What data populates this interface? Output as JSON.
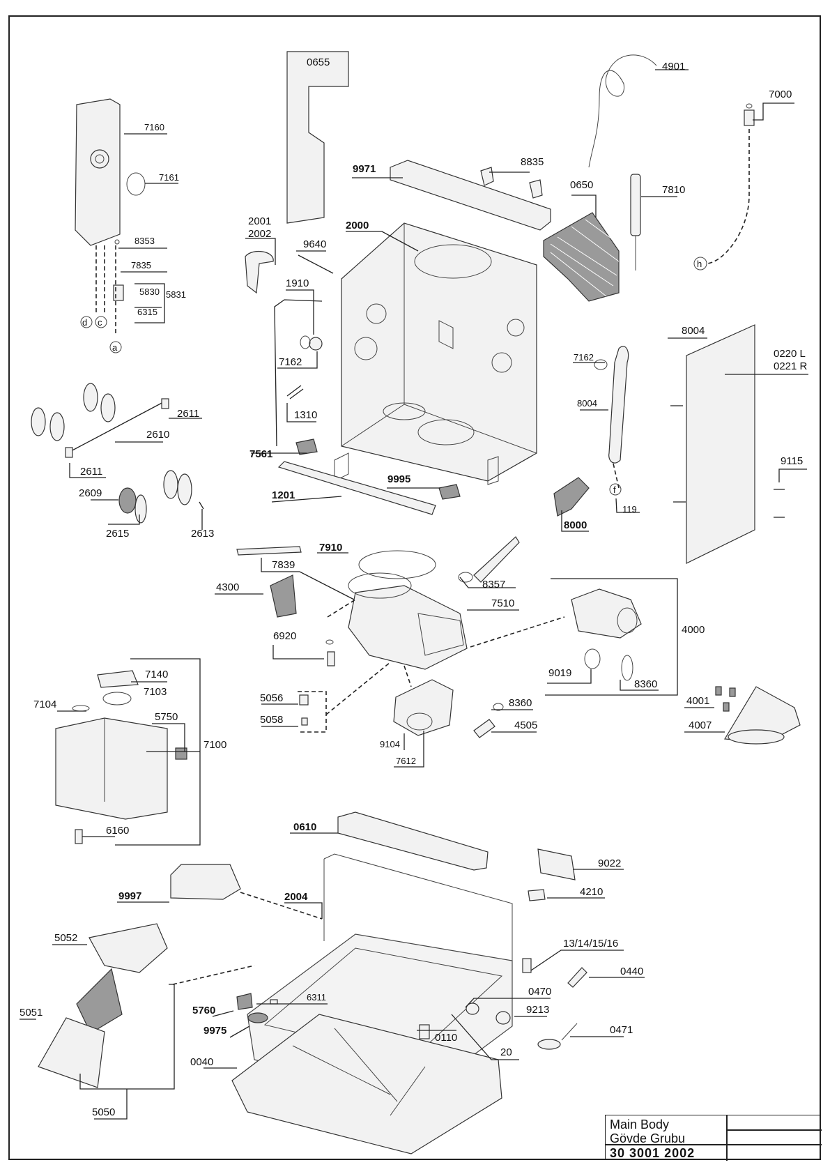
{
  "title_block": {
    "name_en": "Main Body",
    "name_tr": "Gövde Grubu",
    "code": "30 3001 2002"
  },
  "labels": [
    {
      "id": "0655",
      "text": "0655"
    },
    {
      "id": "4901",
      "text": "4901"
    },
    {
      "id": "7000",
      "text": "7000"
    },
    {
      "id": "7160",
      "text": "7160"
    },
    {
      "id": "7161",
      "text": "7161"
    },
    {
      "id": "8353",
      "text": "8353"
    },
    {
      "id": "7835",
      "text": "7835"
    },
    {
      "id": "5830",
      "text": "5830"
    },
    {
      "id": "5831",
      "text": "5831"
    },
    {
      "id": "6315",
      "text": "6315"
    },
    {
      "id": "9971",
      "text": "9971"
    },
    {
      "id": "8835",
      "text": "8835"
    },
    {
      "id": "0650",
      "text": "0650"
    },
    {
      "id": "7810",
      "text": "7810"
    },
    {
      "id": "2001",
      "text": "2001"
    },
    {
      "id": "2002",
      "text": "2002"
    },
    {
      "id": "2000",
      "text": "2000"
    },
    {
      "id": "9640",
      "text": "9640"
    },
    {
      "id": "1910",
      "text": "1910"
    },
    {
      "id": "7162a",
      "text": "7162"
    },
    {
      "id": "1310",
      "text": "1310"
    },
    {
      "id": "7561",
      "text": "7561"
    },
    {
      "id": "9995",
      "text": "9995"
    },
    {
      "id": "1201",
      "text": "1201"
    },
    {
      "id": "8004a",
      "text": "8004"
    },
    {
      "id": "0220",
      "text": "0220 L"
    },
    {
      "id": "0221",
      "text": "0221 R"
    },
    {
      "id": "7162b",
      "text": "7162"
    },
    {
      "id": "8004b",
      "text": "8004"
    },
    {
      "id": "9115",
      "text": "9115"
    },
    {
      "id": "119",
      "text": "119"
    },
    {
      "id": "8000",
      "text": "8000"
    },
    {
      "id": "2611a",
      "text": "2611"
    },
    {
      "id": "2610",
      "text": "2610"
    },
    {
      "id": "2611b",
      "text": "2611"
    },
    {
      "id": "2609",
      "text": "2609"
    },
    {
      "id": "2615",
      "text": "2615"
    },
    {
      "id": "2613",
      "text": "2613"
    },
    {
      "id": "7910",
      "text": "7910"
    },
    {
      "id": "7839",
      "text": "7839"
    },
    {
      "id": "4300",
      "text": "4300"
    },
    {
      "id": "8357",
      "text": "8357"
    },
    {
      "id": "7510",
      "text": "7510"
    },
    {
      "id": "4000",
      "text": "4000"
    },
    {
      "id": "6920",
      "text": "6920"
    },
    {
      "id": "9019",
      "text": "9019"
    },
    {
      "id": "8360a",
      "text": "8360"
    },
    {
      "id": "7140",
      "text": "7140"
    },
    {
      "id": "7103",
      "text": "7103"
    },
    {
      "id": "7104",
      "text": "7104"
    },
    {
      "id": "5750",
      "text": "5750"
    },
    {
      "id": "7100",
      "text": "7100"
    },
    {
      "id": "5056",
      "text": "5056"
    },
    {
      "id": "5058",
      "text": "5058"
    },
    {
      "id": "8360b",
      "text": "8360"
    },
    {
      "id": "4505",
      "text": "4505"
    },
    {
      "id": "9104",
      "text": "9104"
    },
    {
      "id": "7612",
      "text": "7612"
    },
    {
      "id": "4001",
      "text": "4001"
    },
    {
      "id": "4007",
      "text": "4007"
    },
    {
      "id": "6160",
      "text": "6160"
    },
    {
      "id": "0610",
      "text": "0610"
    },
    {
      "id": "9022",
      "text": "9022"
    },
    {
      "id": "9997",
      "text": "9997"
    },
    {
      "id": "2004",
      "text": "2004"
    },
    {
      "id": "4210",
      "text": "4210"
    },
    {
      "id": "5052",
      "text": "5052"
    },
    {
      "id": "13_16",
      "text": "13/14/15/16"
    },
    {
      "id": "0440",
      "text": "0440"
    },
    {
      "id": "0470",
      "text": "0470"
    },
    {
      "id": "5760",
      "text": "5760"
    },
    {
      "id": "6311",
      "text": "6311"
    },
    {
      "id": "9213",
      "text": "9213"
    },
    {
      "id": "9975",
      "text": "9975"
    },
    {
      "id": "0110",
      "text": "0110"
    },
    {
      "id": "0471",
      "text": "0471"
    },
    {
      "id": "5051",
      "text": "5051"
    },
    {
      "id": "20",
      "text": "20"
    },
    {
      "id": "0040",
      "text": "0040"
    },
    {
      "id": "5050",
      "text": "5050"
    }
  ],
  "connectors": [
    {
      "id": "a",
      "text": "a"
    },
    {
      "id": "c",
      "text": "c"
    },
    {
      "id": "d",
      "text": "d"
    },
    {
      "id": "h",
      "text": "h"
    },
    {
      "id": "f",
      "text": "f"
    }
  ]
}
